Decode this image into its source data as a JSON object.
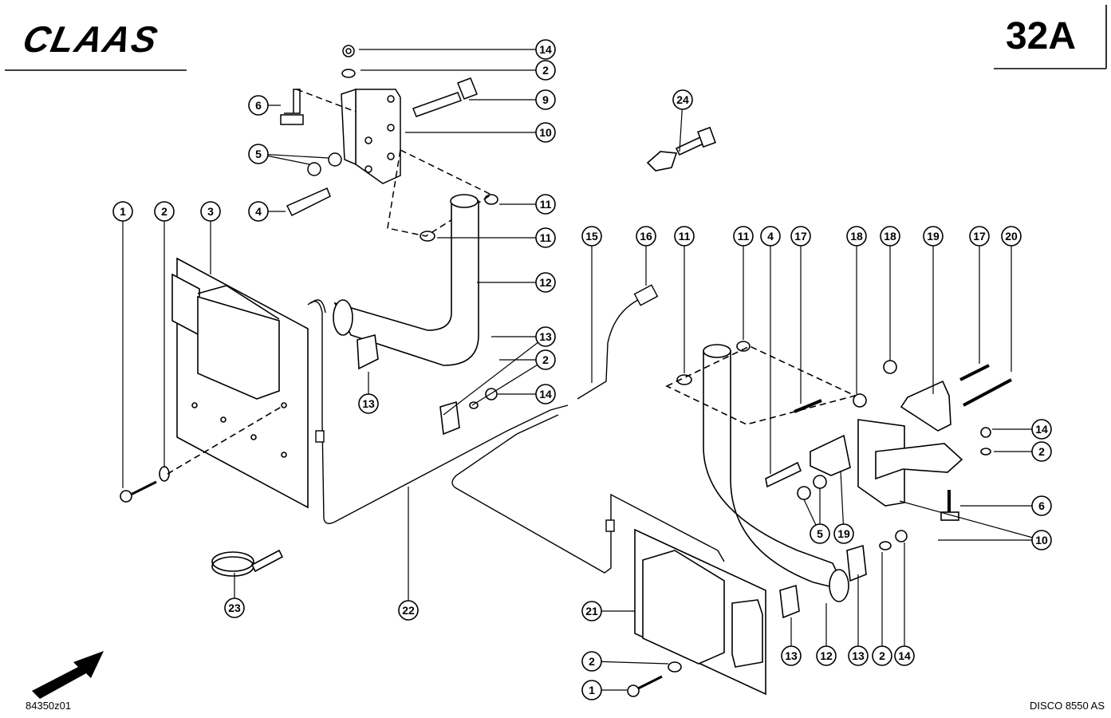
{
  "header": {
    "brand": "CLAAS",
    "page_number": "32A"
  },
  "footer": {
    "drawing_number": "84350z01",
    "model": "DISCO 8550 AS"
  },
  "callouts": [
    "14",
    "2",
    "9",
    "10",
    "6",
    "5",
    "4",
    "24",
    "11",
    "11",
    "1",
    "2",
    "3",
    "12",
    "15",
    "16",
    "11",
    "11",
    "4",
    "17",
    "18",
    "18",
    "19",
    "17",
    "20",
    "13",
    "2",
    "14",
    "13",
    "14",
    "2",
    "6",
    "10",
    "5",
    "19",
    "13",
    "2",
    "14",
    "12",
    "13",
    "21",
    "22",
    "23",
    "2",
    "1"
  ]
}
